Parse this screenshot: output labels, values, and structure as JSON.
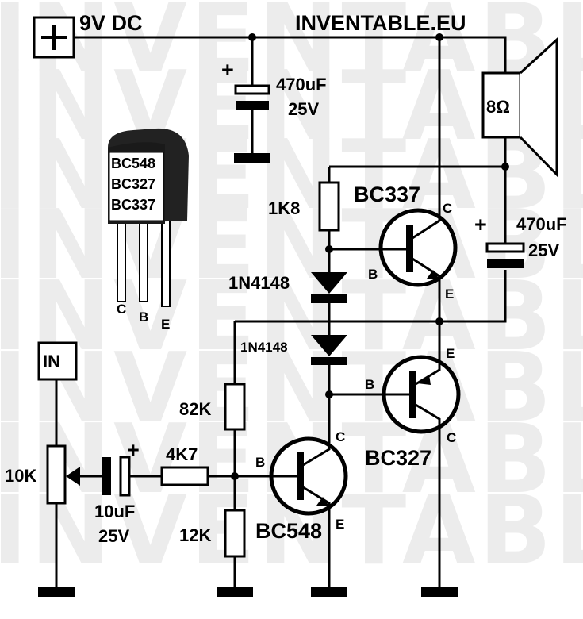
{
  "watermark": "INVENTABLE.EU",
  "header": {
    "supply_label": "9V DC",
    "site_label": "INVENTABLE.EU",
    "plus_symbol": "+"
  },
  "package": {
    "markings": [
      "BC548",
      "BC327",
      "BC337"
    ],
    "pins": [
      "C",
      "B",
      "E"
    ]
  },
  "components": {
    "c_supply": {
      "value": "470uF",
      "voltage": "25V",
      "polarity": "+"
    },
    "c_output": {
      "value": "470uF",
      "voltage": "25V",
      "polarity": "+"
    },
    "c_input": {
      "value": "10uF",
      "voltage": "25V",
      "polarity": "+"
    },
    "speaker": {
      "impedance": "8Ω"
    },
    "r_bias_top": {
      "value": "1K8"
    },
    "r_bias_base": {
      "value": "82K"
    },
    "r_input": {
      "value": "4K7"
    },
    "r_base_low": {
      "value": "12K"
    },
    "pot": {
      "value": "10K"
    },
    "d1": {
      "part": "1N4148"
    },
    "d2": {
      "part": "1N4148"
    },
    "input_label": "IN"
  },
  "transistors": {
    "q_top": {
      "part": "BC337",
      "c": "C",
      "b": "B",
      "e": "E"
    },
    "q_mid": {
      "part": "BC327",
      "c": "C",
      "b": "B",
      "e": "E"
    },
    "q_low": {
      "part": "BC548",
      "c": "C",
      "b": "B",
      "e": "E"
    }
  },
  "colors": {
    "ink": "#000000",
    "watermark": "#ececec",
    "package_body": "#222222",
    "package_label_bg": "#ffffff"
  }
}
